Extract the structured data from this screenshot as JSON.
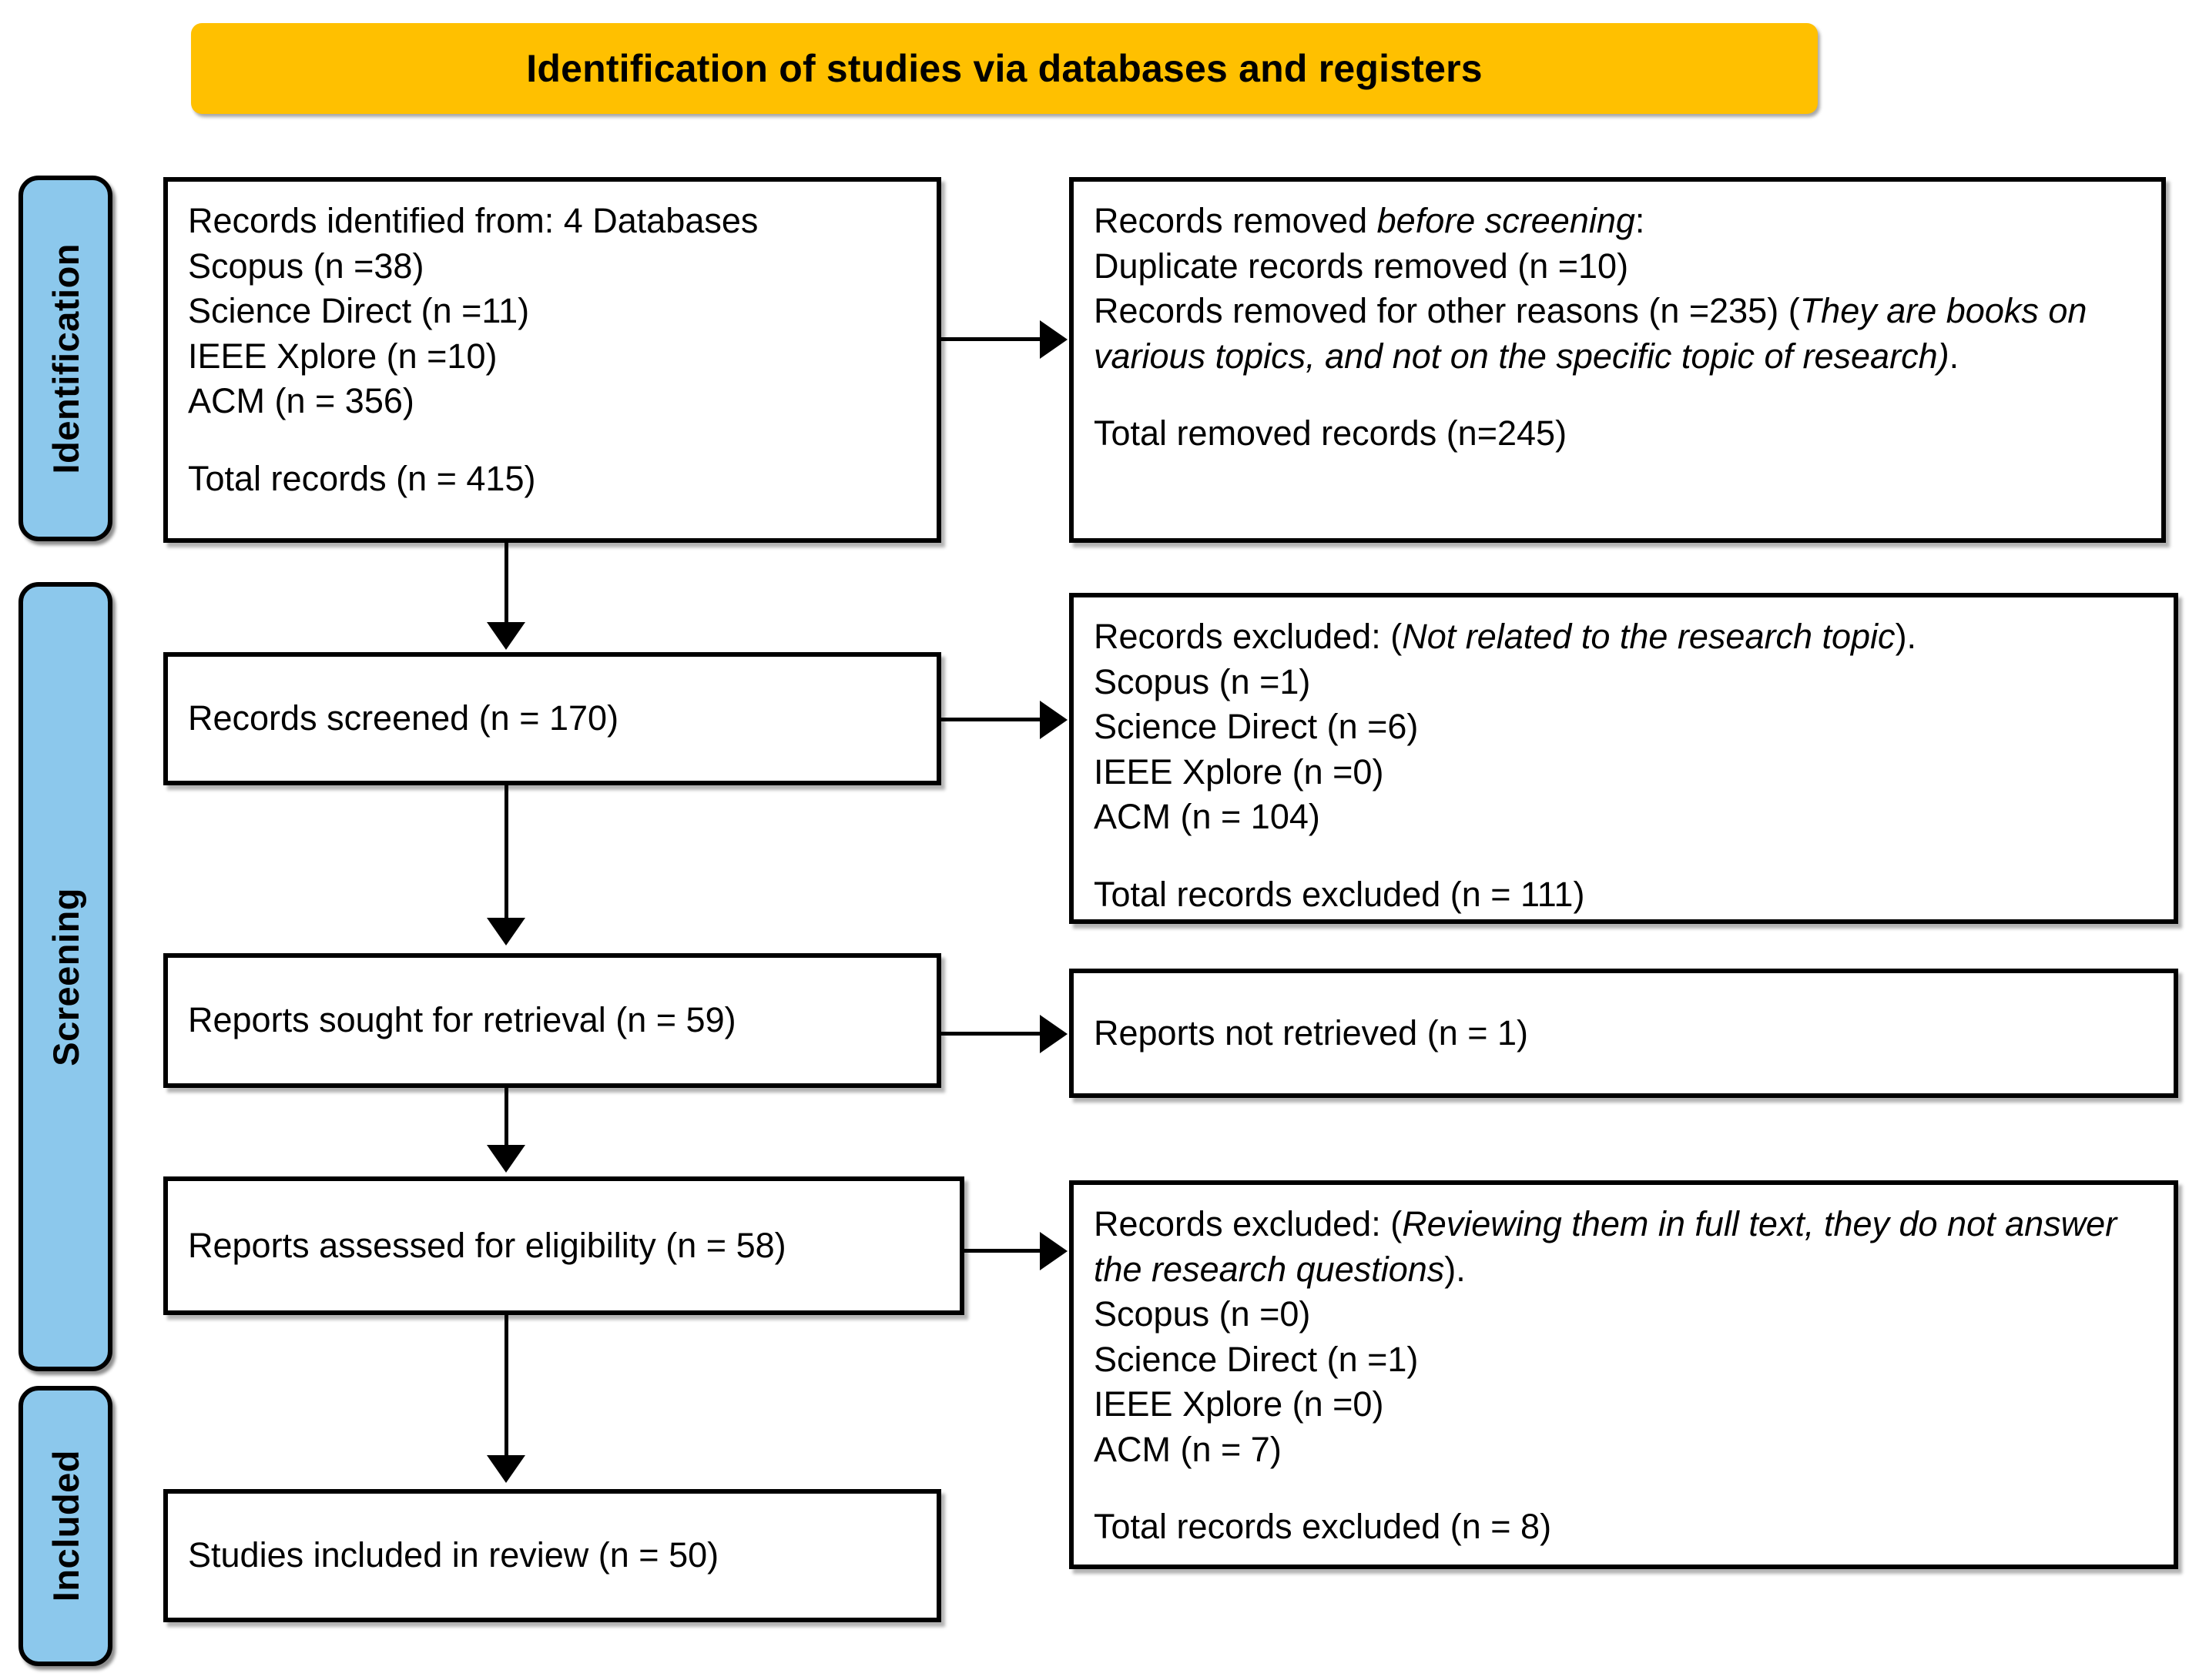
{
  "header": {
    "title": "Identification of studies via databases and registers",
    "bg_color": "#FFC000"
  },
  "stages": {
    "accent_color": "#8CC8EC",
    "items": [
      {
        "id": "identification",
        "label": "Identification"
      },
      {
        "id": "screening",
        "label": "Screening"
      },
      {
        "id": "included",
        "label": "Included"
      }
    ]
  },
  "boxes": {
    "identified": {
      "lines": [
        "Records identified from: 4 Databases",
        "Scopus (n =38)",
        "Science Direct (n =11)",
        "IEEE Xplore (n =10)",
        "ACM (n = 356)"
      ],
      "total": "Total records (n = 415)"
    },
    "removed": {
      "heading_plain": "Records removed ",
      "heading_italic": "before screening",
      "heading_tail": ":",
      "line_duplicate": "Duplicate records removed (n =10)",
      "line_other_plain": "Records removed for other reasons (n =235) (",
      "line_other_italic": "They are books on various topics, and not on the specific topic of research)",
      "line_other_tail": ".",
      "total": "Total removed records (n=245)"
    },
    "screened": {
      "label": "Records screened (n = 170)"
    },
    "excluded_screening": {
      "heading_plain": "Records excluded: (",
      "heading_italic": "Not related to the research topic",
      "heading_tail": ").",
      "lines": [
        "Scopus (n =1)",
        "Science Direct (n =6)",
        "IEEE Xplore (n =0)",
        "ACM (n = 104)"
      ],
      "total": "Total records excluded (n = 111)"
    },
    "sought": {
      "label": "Reports sought for retrieval (n = 59)"
    },
    "not_retrieved": {
      "label": "Reports not retrieved (n = 1)"
    },
    "assessed": {
      "label": "Reports assessed for eligibility (n = 58)"
    },
    "excluded_fulltext": {
      "heading_plain": "Records excluded: (",
      "heading_italic": "Reviewing them in full text, they do not answer the research questions",
      "heading_tail": ").",
      "lines": [
        "Scopus (n =0)",
        "Science Direct (n =1)",
        "IEEE Xplore (n =0)",
        "ACM (n = 7)"
      ],
      "total": "Total records excluded (n = 8)"
    }
  }
}
